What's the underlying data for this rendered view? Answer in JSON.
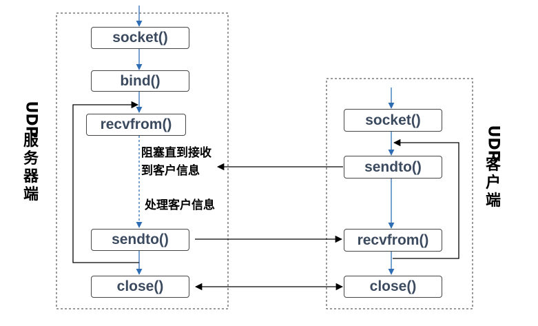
{
  "server": {
    "label": "UDP服务器端",
    "steps": {
      "socket": "socket()",
      "bind": "bind()",
      "recvfrom": "recvfrom()",
      "sendto": "sendto()",
      "close": "close()"
    },
    "notes": {
      "blocking_line1": "阻塞直到接收",
      "blocking_line2": "到客户信息",
      "process": "处理客户信息"
    }
  },
  "client": {
    "label": "UDP客户端",
    "steps": {
      "socket": "socket()",
      "sendto": "sendto()",
      "recvfrom": "recvfrom()",
      "close": "close()"
    }
  },
  "colors": {
    "flow_arrow": "#2e6db4",
    "message_arrow": "#000000",
    "box_text": "#3b4a5e"
  }
}
